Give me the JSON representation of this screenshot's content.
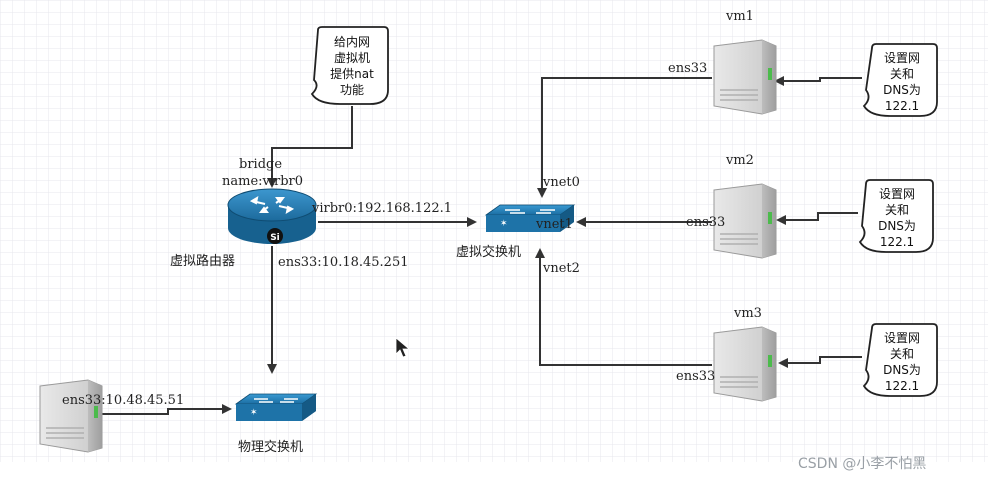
{
  "nodes": {
    "router": {
      "label": "虚拟路由器",
      "badge": "Si"
    },
    "virtual_switch": {
      "label": "虚拟交换机"
    },
    "physical_switch": {
      "label": "物理交换机"
    },
    "vm1": {
      "label": "vm1"
    },
    "vm2": {
      "label": "vm2"
    },
    "vm3": {
      "label": "vm3"
    }
  },
  "interfaces": {
    "bridge_line1": "bridge",
    "bridge_line2": "name:virbr0",
    "virbr0": "virbr0:192.168.122.1",
    "router_ens33": "ens33:10.18.45.251",
    "host_ens33": "ens33:10.48.45.51",
    "vm1_ens33": "ens33",
    "vm2_ens33": "ens33",
    "vm3_ens33": "ens33",
    "vnet0": "vnet0",
    "vnet1": "vnet1",
    "vnet2": "vnet2"
  },
  "notes": {
    "nat": [
      "给内网",
      "虚拟机",
      "提供nat",
      "功能"
    ],
    "vm1": [
      "设置网",
      "关和",
      "DNS为",
      "122.1"
    ],
    "vm2": [
      "设置网",
      "关和",
      "DNS为",
      "122.1"
    ],
    "vm3": [
      "设置网",
      "关和",
      "DNS为",
      "122.1"
    ]
  },
  "watermark": "CSDN @小李不怕黑",
  "colors": {
    "grid": "#e6e6ea",
    "device_blue": "#1a6fa6",
    "line": "#333333"
  }
}
